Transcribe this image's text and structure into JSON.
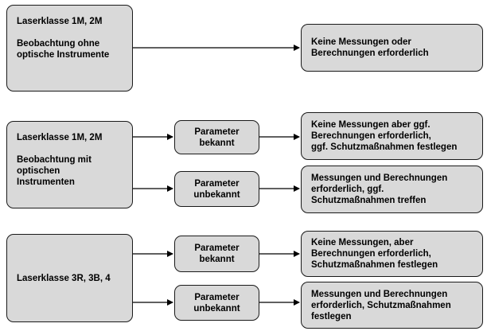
{
  "sections": [
    {
      "source": {
        "lines": [
          "Laserklasse 1M, 2M",
          "",
          "Beobachtung ohne",
          "optische Instrumente"
        ]
      },
      "results": [
        {
          "lines": [
            "Keine Messungen oder",
            "Berechnungen erforderlich"
          ]
        }
      ]
    },
    {
      "source": {
        "lines": [
          "Laserklasse 1M, 2M",
          "",
          "Beobachtung mit",
          "optischen",
          "Instrumenten"
        ]
      },
      "conditions": [
        {
          "lines": [
            "Parameter",
            "bekannt"
          ]
        },
        {
          "lines": [
            "Parameter",
            "unbekannt"
          ]
        }
      ],
      "results": [
        {
          "lines": [
            "Keine Messungen aber ggf.",
            "Berechnungen erforderlich,",
            "ggf. Schutzmaßnahmen festlegen"
          ]
        },
        {
          "lines": [
            "Messungen und Berechnungen",
            "erforderlich, ggf.",
            "Schutzmaßnahmen treffen"
          ]
        }
      ]
    },
    {
      "source": {
        "lines": [
          "Laserklasse 3R, 3B, 4"
        ]
      },
      "conditions": [
        {
          "lines": [
            "Parameter",
            "bekannt"
          ]
        },
        {
          "lines": [
            "Parameter",
            "unbekannt"
          ]
        }
      ],
      "results": [
        {
          "lines": [
            "Keine Messungen, aber",
            "Berechnungen erforderlich,",
            "Schutzmaßnahmen festlegen"
          ]
        },
        {
          "lines": [
            "Messungen und Berechnungen",
            "erforderlich, Schutzmaßnahmen",
            "festlegen"
          ]
        }
      ]
    }
  ]
}
